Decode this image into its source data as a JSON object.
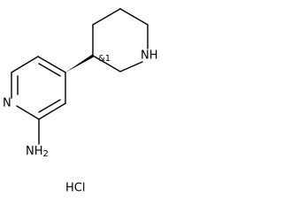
{
  "molecule": {
    "atoms": {
      "pyridine_n": "N",
      "amino": "NH",
      "amino_sub": "2",
      "piperidine_nh": "NH",
      "stereo": "&1"
    },
    "salt": "HCl",
    "colors": {
      "bond": "#000000",
      "text": "#000000",
      "background": "#ffffff"
    }
  }
}
